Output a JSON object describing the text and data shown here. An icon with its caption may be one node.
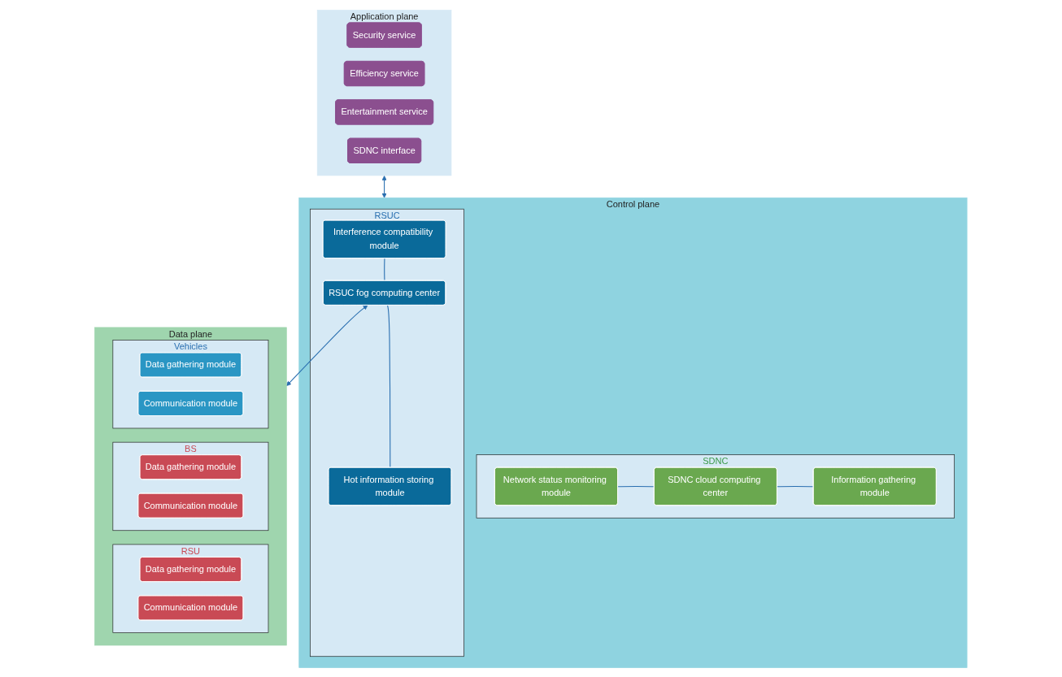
{
  "diagram": {
    "nodes": [
      {
        "text": [
          "Application plane"
        ]
      },
      {
        "text": [
          "Security service"
        ],
        "in": 0
      },
      {
        "text": [
          "Efficiency service"
        ],
        "in": 0
      },
      {
        "text": [
          "Entertainment service"
        ],
        "in": 0
      },
      {
        "text": [
          "SDNC interface"
        ],
        "in": 0
      },
      {
        "text": [
          "Control plane"
        ]
      },
      {
        "text": [
          "SDNC"
        ],
        "in": 5
      },
      {
        "text": [
          "Network status monitoring module"
        ],
        "in": 6
      },
      {
        "text": [
          "SDNC cloud computing center"
        ],
        "in": 6
      },
      {
        "text": [
          "Information gathering module"
        ],
        "in": 6
      },
      {
        "text": [
          "RSUC"
        ],
        "in": 5
      },
      {
        "text": [
          "Interference compatibility module"
        ],
        "in": 10
      },
      {
        "text": [
          "RSUC fog computing center"
        ],
        "in": 10
      },
      {
        "text": [
          "Hot information storing module"
        ],
        "in": 10
      },
      {
        "text": [
          "Data plane"
        ]
      },
      {
        "text": [
          "RSU"
        ],
        "in": 14
      },
      {
        "text": [
          "Data gathering module"
        ],
        "in": 15
      },
      {
        "text": [
          "Communication module"
        ],
        "in": 15
      },
      {
        "text": [
          "BS"
        ],
        "in": 14
      },
      {
        "text": [
          "Data gathering module"
        ],
        "in": 18
      },
      {
        "text": [
          "Communication module"
        ],
        "in": 18
      },
      {
        "text": [
          "Vehicles"
        ],
        "in": 14
      },
      {
        "text": [
          "Data gathering module"
        ],
        "in": 21
      },
      {
        "text": [
          "Communication module"
        ],
        "in": 21
      }
    ],
    "edges": [
      {
        "from": 0,
        "to": 5,
        "arrow": "both"
      },
      {
        "from": 7,
        "to": 8,
        "arrow": "none"
      },
      {
        "from": 8,
        "to": 9,
        "arrow": "none"
      },
      {
        "from": 11,
        "to": 12,
        "arrow": "none"
      },
      {
        "from": 12,
        "to": 13,
        "arrow": "none"
      },
      {
        "from": 12,
        "to": 14,
        "arrow": "both"
      }
    ]
  }
}
